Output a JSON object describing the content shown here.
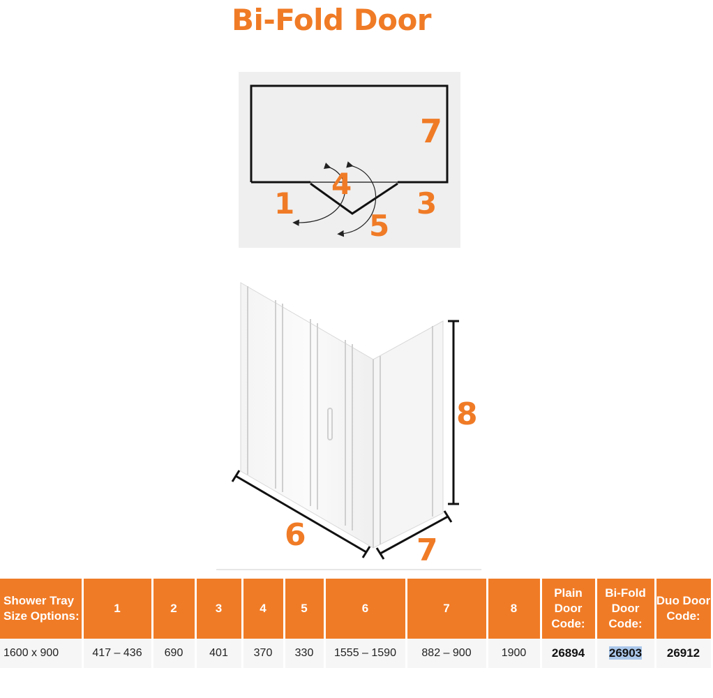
{
  "title": "Bi-Fold Door",
  "plan_labels": {
    "l1": "1",
    "l3": "3",
    "l4": "4",
    "l5": "5",
    "l7": "7"
  },
  "iso_labels": {
    "l6": "6",
    "l7": "7",
    "l8": "8"
  },
  "colors": {
    "accent": "#f07b26",
    "highlight": "#aac7ea"
  },
  "table": {
    "headers": [
      "Shower Tray Size Options:",
      "1",
      "2",
      "3",
      "4",
      "5",
      "6",
      "7",
      "8",
      "Plain Door Code:",
      "Bi-Fold Door Code:",
      "Duo Door Code:"
    ],
    "row": [
      "1600 x 900",
      "417 – 436",
      "690",
      "401",
      "370",
      "330",
      "1555 – 1590",
      "882 – 900",
      "1900",
      "26894",
      "26903",
      "26912"
    ]
  }
}
